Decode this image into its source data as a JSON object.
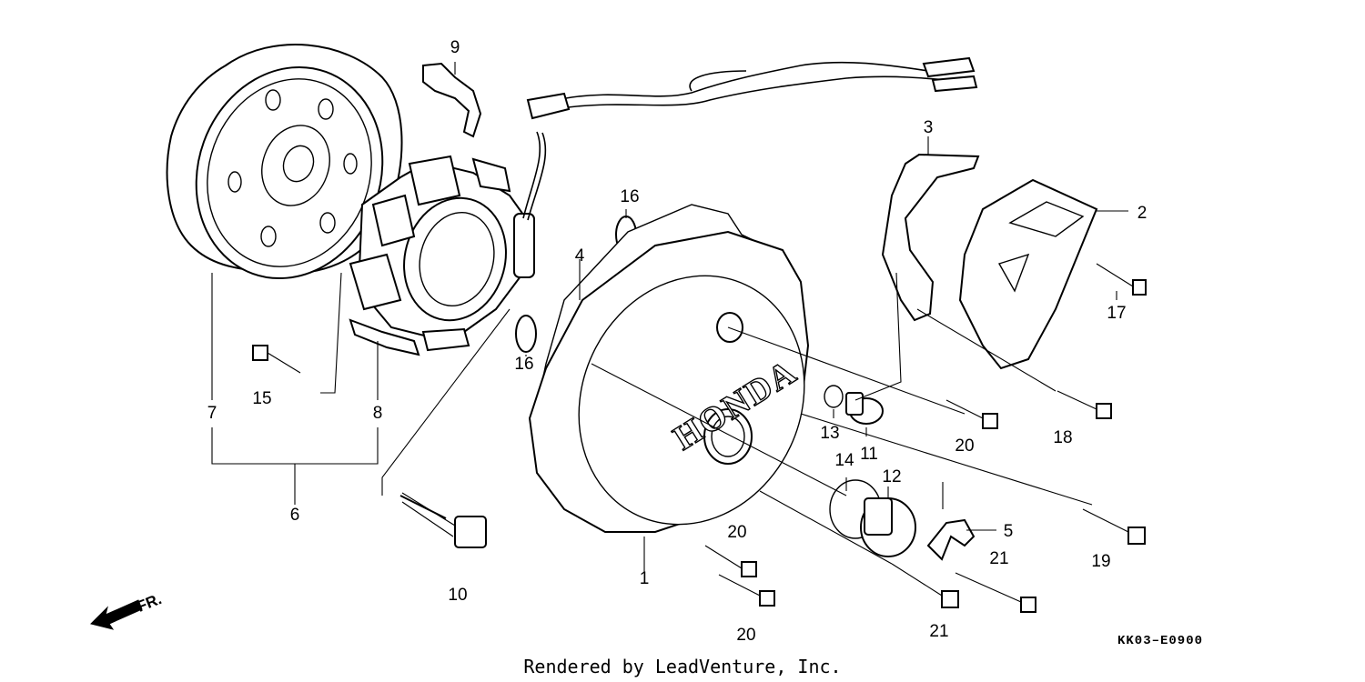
{
  "labels": {
    "p1": "1",
    "p2": "2",
    "p3": "3",
    "p4": "4",
    "p5": "5",
    "p6": "6",
    "p7": "7",
    "p8": "8",
    "p9": "9",
    "p10": "10",
    "p11": "11",
    "p12": "12",
    "p13": "13",
    "p14": "14",
    "p15": "15",
    "p16a": "16",
    "p16b": "16",
    "p17": "17",
    "p18": "18",
    "p19": "19",
    "p20a": "20",
    "p20b": "20",
    "p20c": "20",
    "p21a": "21",
    "p21b": "21"
  },
  "brand_mark": "HONDA",
  "direction": "FR.",
  "diagram_code": "KK03–E0900",
  "credit": "Rendered by LeadVenture, Inc."
}
